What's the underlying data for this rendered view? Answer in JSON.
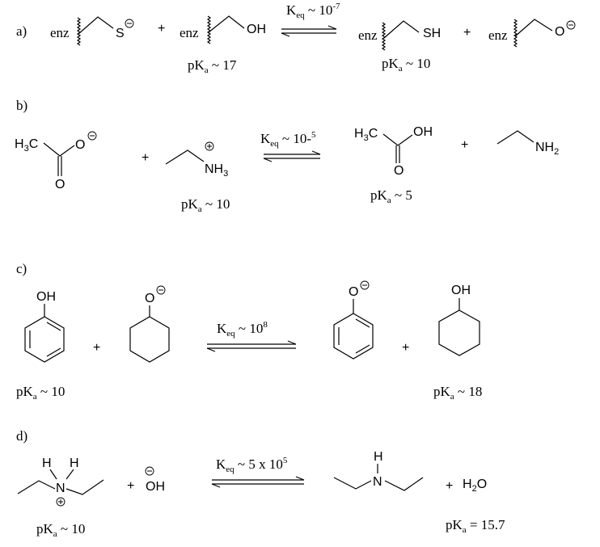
{
  "parts": {
    "a": {
      "label": "a)",
      "plus": "+",
      "enz": "enz",
      "reactant1_atom": "S",
      "reactant2_atom": "OH",
      "product1_atom": "SH",
      "product2_atom": "O",
      "keq": {
        "k": "K",
        "sub": "eq",
        "text": " ~ 10",
        "sup": "-7"
      },
      "pka_left": {
        "p": "pK",
        "sub": "a",
        "val": " ~ 17"
      },
      "pka_right": {
        "p": "pK",
        "sub": "a",
        "val": " ~ 10"
      }
    },
    "b": {
      "label": "b)",
      "plus": "+",
      "h3c": {
        "h": "H",
        "sub": "3",
        "c": "C"
      },
      "o_minus": "O",
      "o_carbonyl": "O",
      "nh3": {
        "n": "NH",
        "sub": "3"
      },
      "oh": "OH",
      "nh2": {
        "n": "NH",
        "sub": "2"
      },
      "keq": {
        "k": "K",
        "sub": "eq",
        "text": " ~ 10-",
        "sup": "5"
      },
      "pka_left": {
        "p": "pK",
        "sub": "a",
        "val": " ~ 10"
      },
      "pka_right": {
        "p": "pK",
        "sub": "a",
        "val": " ~ 5"
      }
    },
    "c": {
      "label": "c)",
      "plus": "+",
      "oh": "OH",
      "o": "O",
      "keq": {
        "k": "K",
        "sub": "eq",
        "text": " ~ 10",
        "sup": "8"
      },
      "pka_left": {
        "p": "pK",
        "sub": "a",
        "val": " ~ 10"
      },
      "pka_right": {
        "p": "pK",
        "sub": "a",
        "val": " ~ 18"
      }
    },
    "d": {
      "label": "d)",
      "plus": "+",
      "h": "H",
      "n": "N",
      "oh": "OH",
      "h2o": {
        "h": "H",
        "sub": "2",
        "o": "O"
      },
      "keq": {
        "k": "K",
        "sub": "eq",
        "text": " ~ 5 x 10",
        "sup": "5"
      },
      "pka_left": {
        "p": "pK",
        "sub": "a",
        "val": " ~ 10"
      },
      "pka_right": {
        "p": "pK",
        "sub": "a",
        "val": " = 15.7"
      }
    }
  }
}
